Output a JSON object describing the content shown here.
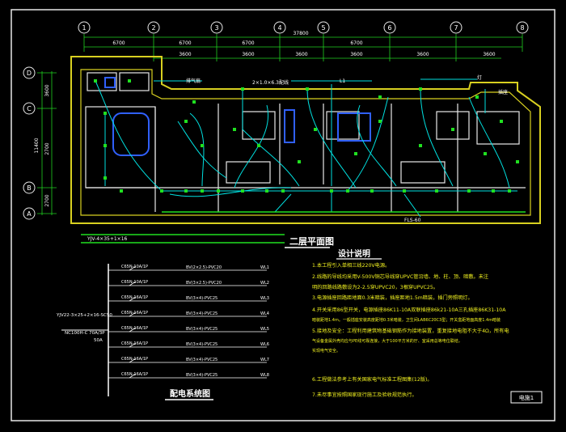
{
  "grid": {
    "columns": [
      "1",
      "2",
      "3",
      "4",
      "5",
      "6",
      "7",
      "8"
    ],
    "rows": [
      "D",
      "C",
      "B",
      "A"
    ],
    "top_overall": "37800",
    "top_spans": [
      "6700",
      "6700",
      "6700",
      "6700"
    ],
    "sub_spans": [
      "3600",
      "3600",
      "3600",
      "3600",
      "3600",
      "3600"
    ],
    "left_total": "11400",
    "left_spans": [
      "3600",
      "2700",
      "2700"
    ]
  },
  "plan": {
    "title": "二层平面图",
    "labels": {
      "vent": "排气扇",
      "tag1": "2×1.0×6.3配线",
      "tag2": "L1",
      "tag3": "灯",
      "tag4": "插座",
      "bottom1": "FLS-60",
      "left_note": "YJV-4×35+1×16"
    }
  },
  "system": {
    "title": "配电系统图",
    "incoming_cable": "YJV22-3×25+2×16-SC50",
    "main_breaker": "NC100H-C 70A/3P",
    "main_rating": "50A",
    "circuits": [
      {
        "breaker": "C65N-10A/1P",
        "wire": "BV(2×2.5)-PVC20",
        "id": "WL1"
      },
      {
        "breaker": "C65N-10A/1P",
        "wire": "BV(3×2.5)-PVC20",
        "id": "WL2"
      },
      {
        "breaker": "C65N-16A/1P",
        "wire": "BV(3×4)-PVC25",
        "id": "WL3"
      },
      {
        "breaker": "C65N-16A/1P",
        "wire": "BV(3×4)-PVC25",
        "id": "WL4"
      },
      {
        "breaker": "C65N-16A/1P",
        "wire": "BV(3×4)-PVC25",
        "id": "WL5"
      },
      {
        "breaker": "C65N-16A/1P",
        "wire": "BV(3×4)-PVC25",
        "id": "WL6"
      },
      {
        "breaker": "C65N-16A/1P",
        "wire": "BV(3×4)-PVC25",
        "id": "WL7"
      },
      {
        "breaker": "C65N-16A/1P",
        "wire": "BV(3×4)-PVC25",
        "id": "WL8"
      }
    ]
  },
  "notes": {
    "title": "设计说明",
    "lines": [
      "1.本工程引入单相三线220V电源。",
      "2.线路的导线均采用V-500V铜芯导线穿UPVC管沿墙、地、柱、顶、暗敷。未注",
      "  明的回路线路敷设为2-2.5穿UPVC20，3根穿UPVC25。",
      "3.电源插座回路距地面0.3米暗装，插座距地1.5m暗装，插门旁照明灯。",
      "4.开关采用86型开关，电源插座86K11-10A双联插座86k21-10A三孔插座86K31-10A",
      "  暗装距地1.4m。一般插座安装高度距地0.3米暗装，卫生间LAB6C20C3型；开关盒距地面高度1.4m暗装",
      "5.接地及安全：工程利用建筑物基础钢筋作为接地装置，重复接地电阻不大于4Ω，所有电",
      "  气设备金属外壳均应与PE线可靠连接，大于100平方米的厅、室采用总等电位联结，",
      "  实现电气安全。",
      "6.工程做法参考上有关国家电气标准工程图集(12版)。",
      "7.未尽事宜按照国家现行施工及验收规范执行。"
    ]
  },
  "stamp": {
    "text": "电施1"
  },
  "colors": {
    "frame": "#e8e8e8",
    "wall": "#d8d020",
    "wire": "#00e0e0",
    "fixture": "#20e020",
    "dim": "#20d020",
    "text": "#f0f020",
    "blue": "#3060ff",
    "white": "#ffffff"
  }
}
